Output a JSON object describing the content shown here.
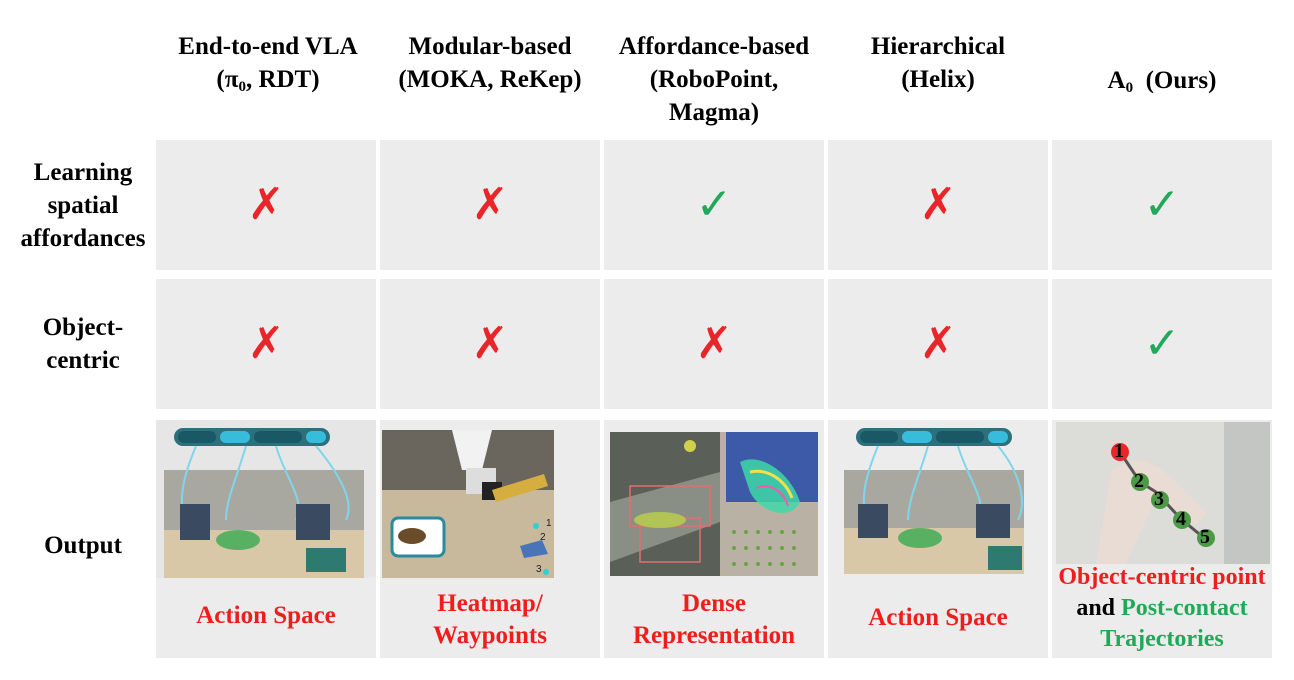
{
  "columns": [
    {
      "line1": "End-to-end VLA",
      "line2_pre": "(π",
      "line2_sub": "0",
      "line2_post": ", RDT)"
    },
    {
      "line1": "Modular-based",
      "line2": "(MOKA, ReKep)"
    },
    {
      "line1": "Affordance-based",
      "line2": "(RoboPoint,",
      "line3": "Magma)"
    },
    {
      "line1": "Hierarchical",
      "line2": "(Helix)"
    },
    {
      "pre": "A",
      "sub": "0",
      "post": "  (Ours)"
    }
  ],
  "rows": [
    {
      "label_lines": [
        "Learning",
        "spatial",
        "affordances"
      ],
      "marks": [
        "✗",
        "✗",
        "✓",
        "✗",
        "✓"
      ]
    },
    {
      "label_lines": [
        "Object-",
        "centric"
      ],
      "marks": [
        "✗",
        "✗",
        "✗",
        "✗",
        "✓"
      ]
    }
  ],
  "output": {
    "label": "Output",
    "captions": [
      {
        "lines": [
          "Action Space"
        ]
      },
      {
        "lines": [
          "Heatmap/",
          "Waypoints"
        ]
      },
      {
        "lines": [
          "Dense",
          "Representation"
        ]
      },
      {
        "lines": [
          "Action Space"
        ]
      },
      {
        "line1": "Object-centric point",
        "line2_a": "and",
        "line2_b": "Post-contact",
        "line3": "Trajectories"
      }
    ],
    "waypoint_labels": [
      "1",
      "2",
      "3"
    ],
    "trajectory_labels": [
      "1",
      "2",
      "3",
      "4",
      "5"
    ]
  },
  "colors": {
    "cross": "#e8262a",
    "check": "#21a95a",
    "caption_red": "#f01d1d",
    "caption_green": "#21a95a",
    "cell_bg": "#ececec"
  }
}
